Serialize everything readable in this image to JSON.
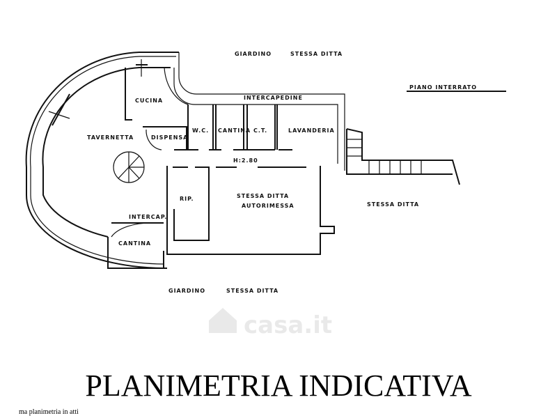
{
  "plan": {
    "level_title": "PIANO INTERRATO",
    "height_note": "H:2.80",
    "rooms": {
      "cucina": "CUCINA",
      "tavernetta": "TAVERNETTA",
      "dispensa": "DISPENSA",
      "wc": "W.C.",
      "cantina_top": "CANTINA",
      "ct": "C.T.",
      "lavanderia": "LAVANDERIA",
      "intercapedine": "INTERCAPEDINE",
      "rip": "RIP.",
      "autorimessa_owner": "STESSA DITTA",
      "autorimessa": "AUTORIMESSA",
      "intercap": "INTERCAP.",
      "cantina_bottom": "CANTINA"
    },
    "surroundings": {
      "top_garden": "GIARDINO",
      "top_owner": "STESSA DITTA",
      "right_owner": "STESSA DITTA",
      "bottom_garden": "GIARDINO",
      "bottom_owner": "STESSA DITTA"
    }
  },
  "watermark": "casa.it",
  "caption": "PLANIMETRIA INDICATIVA",
  "footnote": "ma planimetria in atti"
}
